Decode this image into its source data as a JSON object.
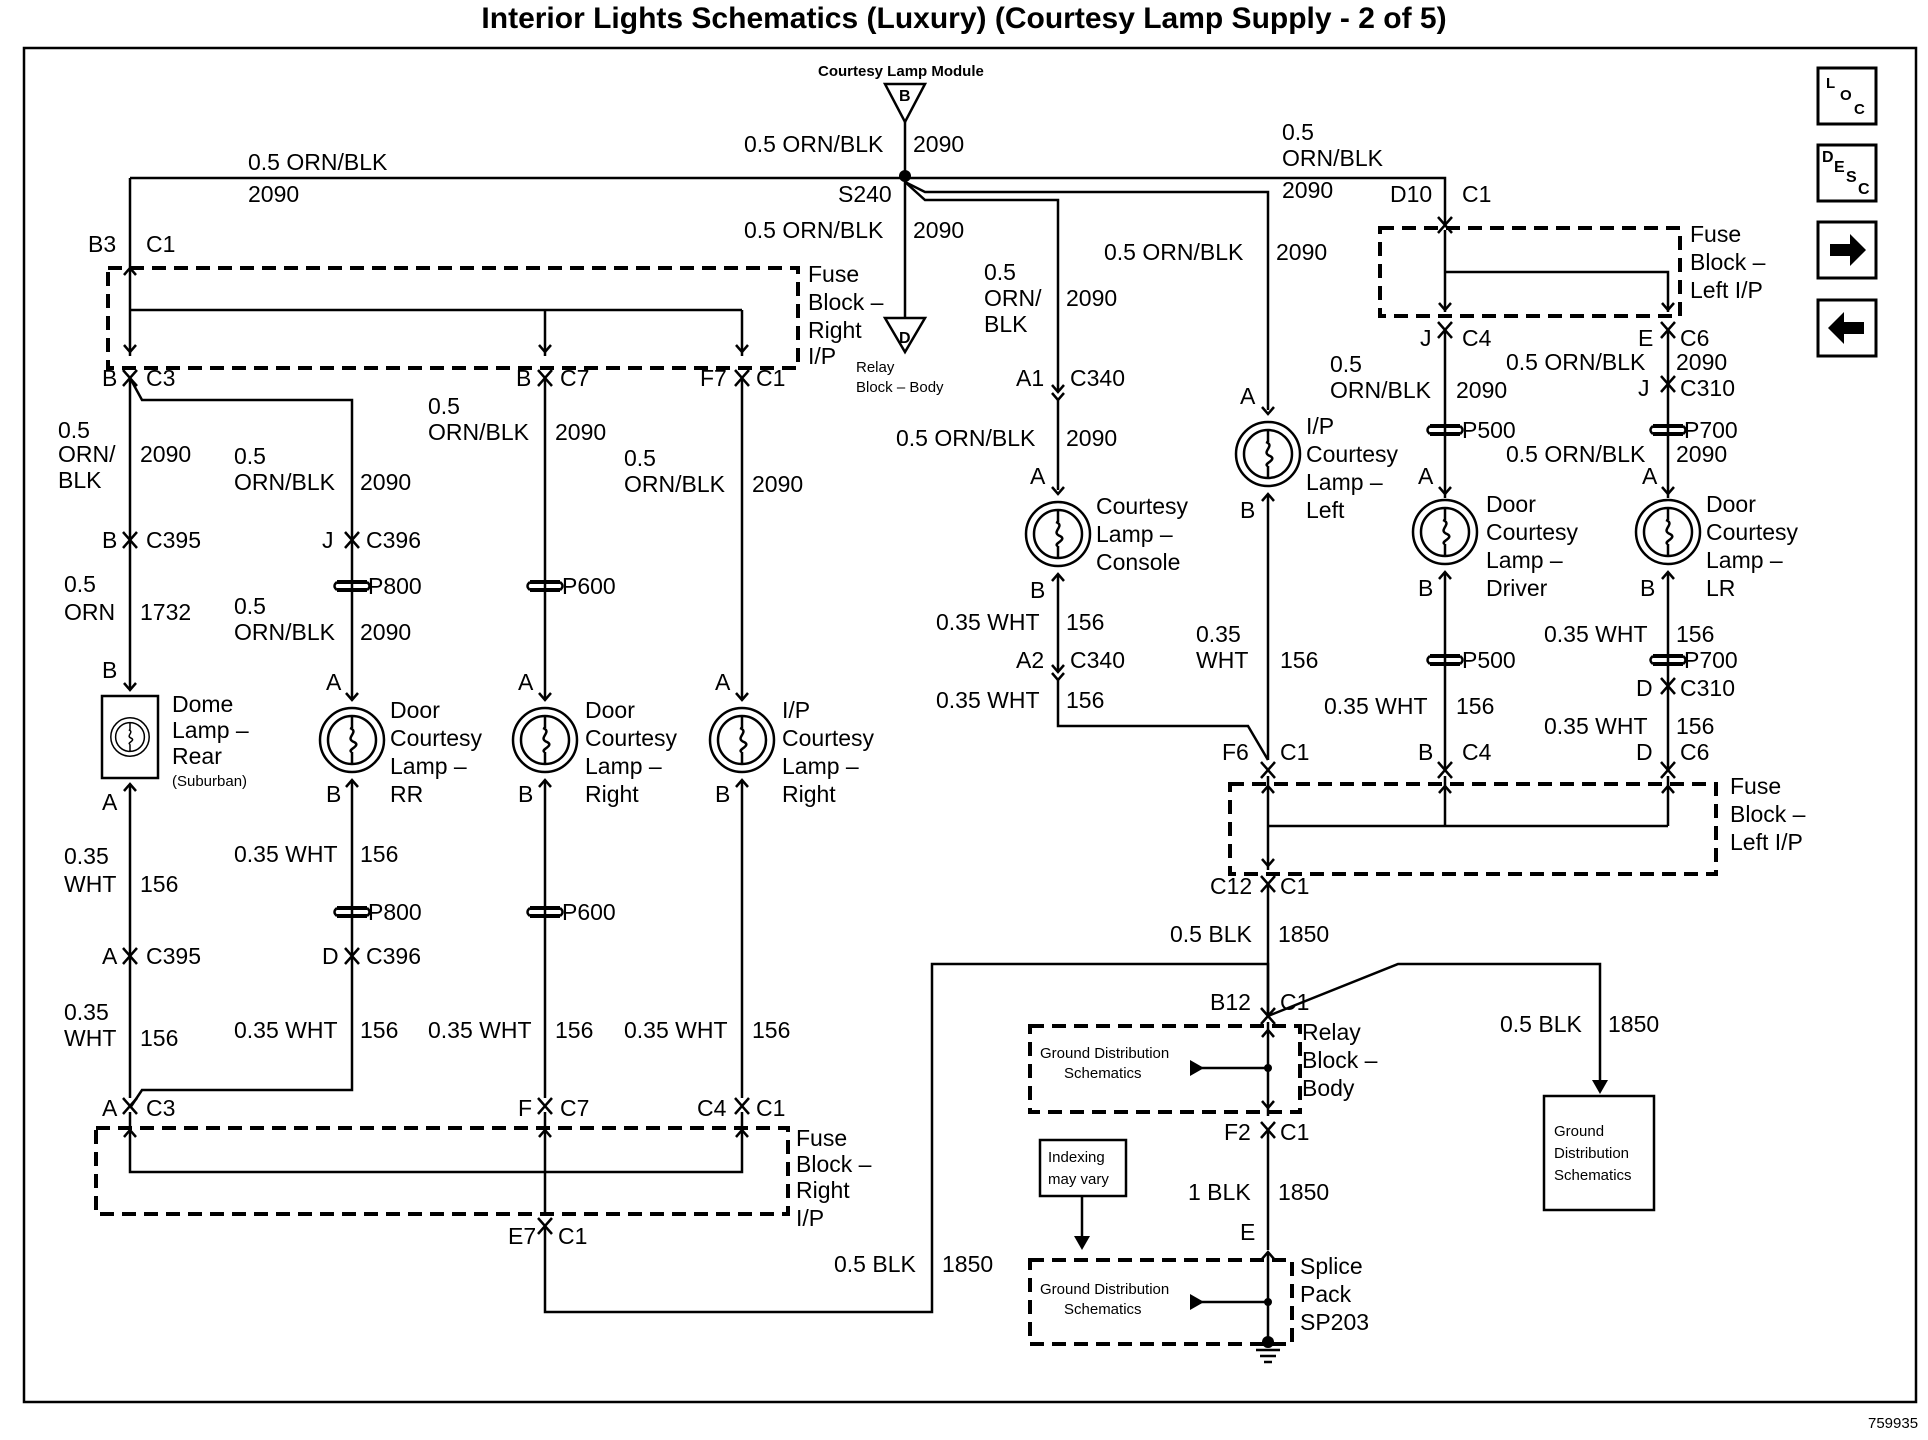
{
  "title": "Interior Lights Schematics (Luxury) (Courtesy Lamp Supply - 2 of 5)",
  "figure_number": "759935",
  "nav_buttons": {
    "loc": [
      "L",
      "O",
      "C"
    ],
    "desc": [
      "D",
      "E",
      "S",
      "C"
    ],
    "next": "→",
    "prev": "←"
  },
  "wires": {
    "orn_blk_05": "0.5 ORN/BLK",
    "orn_blk_05_a": "0.5",
    "orn_blk_05_b": "ORN/BLK",
    "orn_blk_05_c": "ORN/",
    "orn_blk_05_d": "BLK",
    "orn_05": "0.5",
    "orn": "ORN",
    "wht_035": "0.35 WHT",
    "wht_035_a": "0.35",
    "wht_035_b": "WHT",
    "blk_05": "0.5 BLK",
    "blk_1": "1 BLK",
    "c2090": "2090",
    "c1732": "1732",
    "c156": "156",
    "c1850": "1850"
  },
  "connectors": {
    "c1": "C1",
    "c3": "C3",
    "c4": "C4",
    "c6": "C6",
    "c7": "C7",
    "c12": "C12",
    "c310": "C310",
    "c340": "C340",
    "c395": "C395",
    "c396": "C396",
    "s240": "S240",
    "p500": "P500",
    "p600": "P600",
    "p700": "P700",
    "p800": "P800",
    "pin_a": "A",
    "pin_b": "B",
    "pin_d": "D",
    "pin_e": "E",
    "pin_f": "F",
    "pin_j": "J",
    "pin_a1": "A1",
    "pin_a2": "A2",
    "pin_b3": "B3",
    "pin_b12": "B12",
    "pin_c4": "C4",
    "pin_c12": "C12",
    "pin_d10": "D10",
    "pin_e7": "E7",
    "pin_f2": "F2",
    "pin_f6": "F6",
    "pin_f7": "F7"
  },
  "components": {
    "courtesy_lamp_module": "Courtesy Lamp Module",
    "relay_block_body_small": [
      "Relay",
      "Block – Body"
    ],
    "fuse_block_right": [
      "Fuse",
      "Block –",
      "Right",
      "I/P"
    ],
    "fuse_block_left": [
      "Fuse",
      "Block –",
      "Left I/P"
    ],
    "dome_lamp_rear": [
      "Dome",
      "Lamp –",
      "Rear"
    ],
    "suburban": "(Suburban)",
    "door_courtesy_rr": [
      "Door",
      "Courtesy",
      "Lamp –",
      "RR"
    ],
    "door_courtesy_right": [
      "Door",
      "Courtesy",
      "Lamp –",
      "Right"
    ],
    "ip_courtesy_right": [
      "I/P",
      "Courtesy",
      "Lamp –",
      "Right"
    ],
    "courtesy_console": [
      "Courtesy",
      "Lamp –",
      "Console"
    ],
    "ip_courtesy_left": [
      "I/P",
      "Courtesy",
      "Lamp –",
      "Left"
    ],
    "door_courtesy_driver": [
      "Door",
      "Courtesy",
      "Lamp –",
      "Driver"
    ],
    "door_courtesy_lr": [
      "Door",
      "Courtesy",
      "Lamp –",
      "LR"
    ],
    "relay_block_body": [
      "Relay",
      "Block –",
      "Body"
    ],
    "splice_pack": [
      "Splice",
      "Pack",
      "SP203"
    ],
    "ground_dist": [
      "Ground Distribution",
      "Schematics"
    ],
    "ground_dist_box": [
      "Ground",
      "Distribution",
      "Schematics"
    ],
    "indexing": [
      "Indexing",
      "may vary"
    ]
  }
}
